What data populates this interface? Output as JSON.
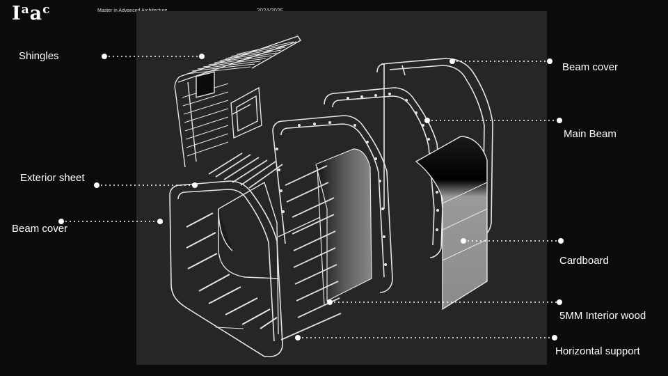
{
  "header": {
    "logo": "Iaac",
    "program": "Master in Advanced Architecture",
    "year": "2024/2025"
  },
  "labels": {
    "shingles": "Shingles",
    "exterior_sheet": "Exterior sheet",
    "beam_cover_left": "Beam cover",
    "beam_cover_right": "Beam cover",
    "main_beam": "Main Beam",
    "cardboard": "Cardboard",
    "interior_wood": "5MM Interior wood",
    "horizontal_support": "Horizontal support"
  },
  "colors": {
    "background": "#0b0b0b",
    "panel": "#262626",
    "line": "#ffffff"
  }
}
